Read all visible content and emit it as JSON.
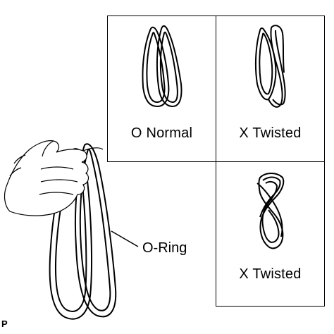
{
  "panels": [
    {
      "mark": "O",
      "label": "Normal"
    },
    {
      "mark": "X",
      "label": "Twisted"
    },
    {
      "mark": "X",
      "label": "Twisted"
    }
  ],
  "callout": {
    "label": "O-Ring"
  },
  "corner_mark": "P"
}
